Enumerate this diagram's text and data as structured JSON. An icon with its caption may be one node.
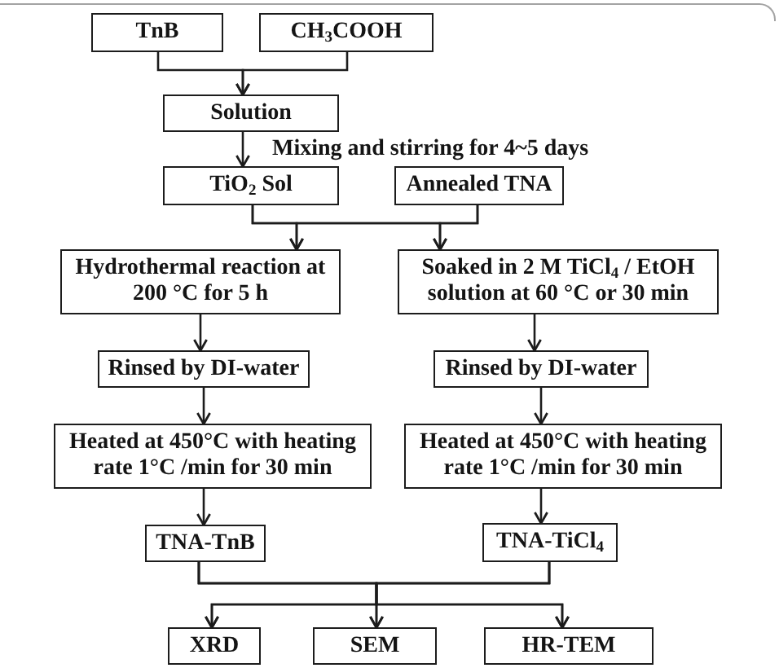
{
  "diagram": {
    "nodes": [
      {
        "text": [
          "TnB"
        ]
      },
      {
        "text": [
          "CH$_{3}$COOH"
        ]
      },
      {
        "text": [
          "Solution"
        ]
      },
      {
        "text": [
          "TiO$_{2}$ Sol"
        ]
      },
      {
        "text": [
          "Annealed TNA"
        ]
      },
      {
        "text": [
          "Hydrothermal reaction at 200 °C for 5 h"
        ]
      },
      {
        "text": [
          "Soaked in 2 M TiCl$_{4}$ / EtOH solution at 60 °C or 30 min"
        ]
      },
      {
        "text": [
          "Rinsed by DI-water"
        ]
      },
      {
        "text": [
          "Rinsed by DI-water"
        ]
      },
      {
        "text": [
          "Heated at 450°C with heating rate 1°C /min for 30 min"
        ]
      },
      {
        "text": [
          "Heated at 450°C with heating rate 1°C /min for 30 min"
        ]
      },
      {
        "text": [
          "TNA-TnB"
        ]
      },
      {
        "text": [
          "TNA-TiCl$_{4}$"
        ]
      },
      {
        "text": [
          "XRD"
        ]
      },
      {
        "text": [
          "SEM"
        ]
      },
      {
        "text": [
          "HR-TEM"
        ]
      }
    ],
    "edges": [
      {
        "from": 0,
        "to": 2,
        "arrow": "to"
      },
      {
        "from": 1,
        "to": 2,
        "arrow": "to"
      },
      {
        "from": 2,
        "to": 3,
        "arrow": "to",
        "label": "Mixing and stirring for 4~5 days"
      },
      {
        "from": 3,
        "to": 5,
        "arrow": "to"
      },
      {
        "from": 3,
        "to": 6,
        "arrow": "to"
      },
      {
        "from": 4,
        "to": 5,
        "arrow": "to"
      },
      {
        "from": 4,
        "to": 6,
        "arrow": "to"
      },
      {
        "from": 5,
        "to": 7,
        "arrow": "to"
      },
      {
        "from": 6,
        "to": 8,
        "arrow": "to"
      },
      {
        "from": 7,
        "to": 9,
        "arrow": "to"
      },
      {
        "from": 8,
        "to": 10,
        "arrow": "to"
      },
      {
        "from": 9,
        "to": 11,
        "arrow": "to"
      },
      {
        "from": 10,
        "to": 12,
        "arrow": "to"
      },
      {
        "from": 11,
        "to": 13,
        "arrow": "to"
      },
      {
        "from": 11,
        "to": 14,
        "arrow": "to"
      },
      {
        "from": 11,
        "to": 15,
        "arrow": "to"
      },
      {
        "from": 12,
        "to": 13,
        "arrow": "to"
      },
      {
        "from": 12,
        "to": 14,
        "arrow": "to"
      },
      {
        "from": 12,
        "to": 15,
        "arrow": "to"
      }
    ]
  }
}
